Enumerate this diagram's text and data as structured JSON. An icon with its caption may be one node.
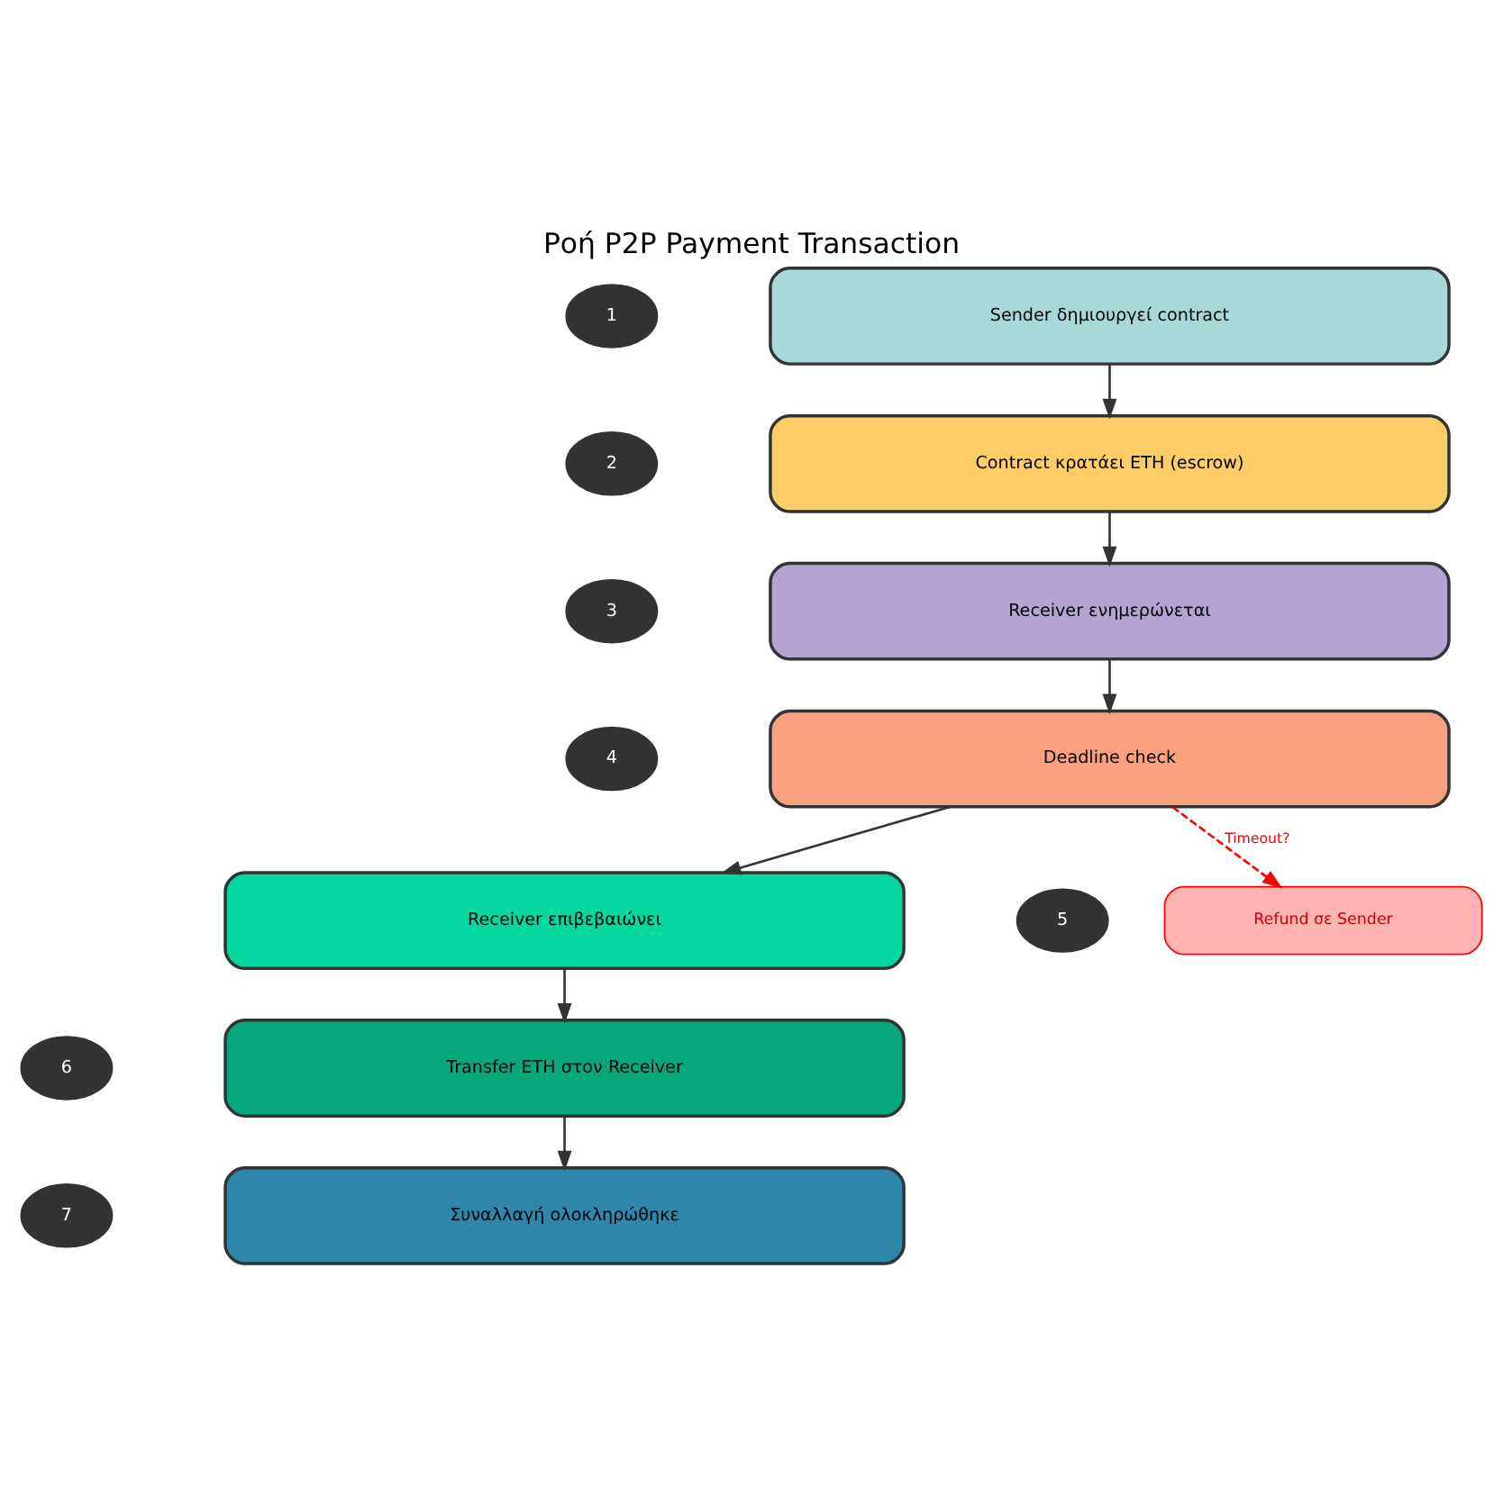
{
  "diagram": {
    "title": "Ροή P2P Payment Transaction",
    "nodes": [
      {
        "text": [
          "1"
        ]
      },
      {
        "text": [
          "Sender δημιουργεί contract"
        ]
      },
      {
        "text": [
          "2"
        ]
      },
      {
        "text": [
          "Contract κρατάει ETH (escrow)"
        ]
      },
      {
        "text": [
          "3"
        ]
      },
      {
        "text": [
          "Receiver ενημερώνεται"
        ]
      },
      {
        "text": [
          "4"
        ]
      },
      {
        "text": [
          "Deadline check"
        ]
      },
      {
        "text": [
          "5"
        ]
      },
      {
        "text": [
          "Receiver επιβεβαιώνει"
        ]
      },
      {
        "text": [
          "6"
        ]
      },
      {
        "text": [
          "Transfer ETH στον Receiver"
        ]
      },
      {
        "text": [
          "7"
        ]
      },
      {
        "text": [
          "Συναλλαγή ολοκληρώθηκε"
        ]
      },
      {
        "text": [
          "Refund σε Sender"
        ]
      }
    ],
    "edges": [
      {
        "from": 1,
        "to": 3,
        "arrow": "to"
      },
      {
        "from": 3,
        "to": 5,
        "arrow": "to"
      },
      {
        "from": 5,
        "to": 7,
        "arrow": "to"
      },
      {
        "from": 7,
        "to": 9,
        "arrow": "to"
      },
      {
        "from": 9,
        "to": 11,
        "arrow": "to"
      },
      {
        "from": 11,
        "to": 13,
        "arrow": "to"
      },
      {
        "from": 7,
        "to": 14,
        "arrow": "to",
        "label": "Timeout?",
        "style": "dashed",
        "color": "#ff0000"
      }
    ]
  }
}
